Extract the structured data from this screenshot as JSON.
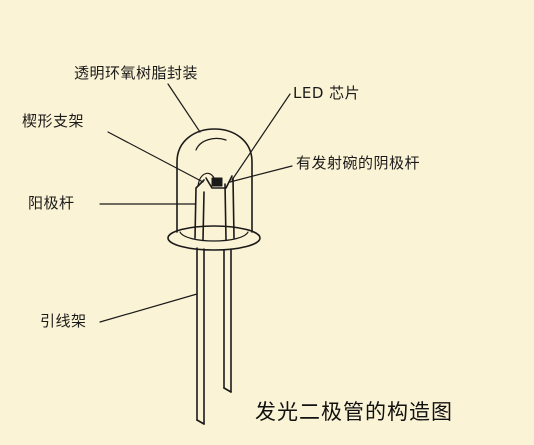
{
  "labels": {
    "epoxy_encapsulation": "透明环氧树脂封装",
    "led_chip": "LED 芯片",
    "wedge_support": "楔形支架",
    "cathode_with_cup": "有发射碗的阴极杆",
    "anode_rod": "阳极杆",
    "lead_frame": "引线架"
  },
  "caption": "发光二极管的构造图",
  "colors": {
    "background": "#fbf3d5",
    "ink": "#1a1a1a"
  }
}
